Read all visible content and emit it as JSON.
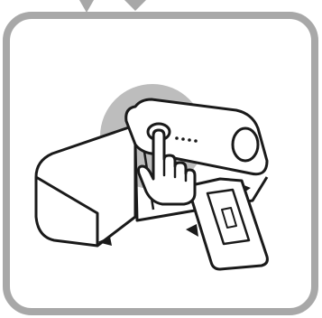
{
  "illustration": {
    "frame_color": "#a8a8a8",
    "highlight_color": "#bdbdbd",
    "line_color": "#1a1a1a",
    "fill_color": "#ffffff",
    "icons": [
      "rounded-frame",
      "device-body",
      "power-button",
      "indicator-dots",
      "hand-pointer-icon",
      "kickstand",
      "clip-base"
    ]
  }
}
